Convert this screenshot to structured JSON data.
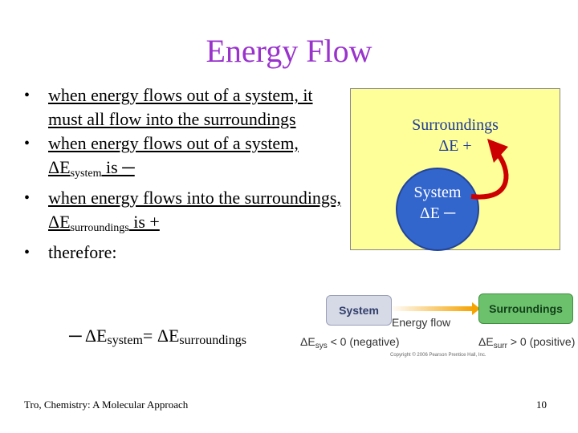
{
  "slide": {
    "title": "Energy Flow",
    "bullets": [
      {
        "text": "when energy flows out of a system, it must all flow into the surroundings"
      },
      {
        "pre": "when energy flows out of a system, ΔE",
        "sub": "system",
        "post": " is ─"
      },
      {
        "pre": "when energy flows into the surroundings, ΔE",
        "sub": "surroundings",
        "post": " is +"
      },
      {
        "text": "therefore:"
      }
    ],
    "equation": {
      "p1": "─ ΔE",
      "s1": "system",
      "p2": "= ΔE",
      "s2": "surroundings"
    }
  },
  "diagram": {
    "surroundings_label": "Surroundings",
    "surroundings_delta": "ΔE +",
    "system_label": "System",
    "system_delta": "ΔE ─",
    "colors": {
      "box": "#ffff99",
      "circle": "#3366cc",
      "arrow": "#cc0000"
    }
  },
  "flow": {
    "system": "System",
    "surroundings": "Surroundings",
    "label": "Energy flow",
    "neg": {
      "pre": "ΔE",
      "sub": "sys",
      "post": " < 0 (negative)"
    },
    "pos": {
      "pre": "ΔE",
      "sub": "surr",
      "post": " > 0 (positive)"
    },
    "copyright": "Copyright © 2006 Pearson Prentice Hall, Inc."
  },
  "footer": {
    "left": "Tro, Chemistry: A Molecular Approach",
    "page": "10"
  }
}
